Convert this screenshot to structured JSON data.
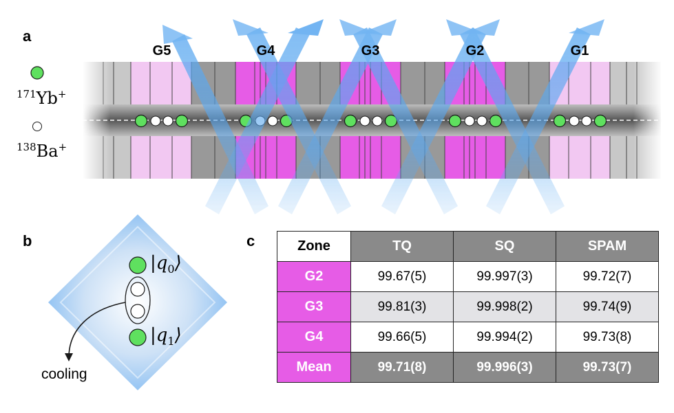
{
  "panels": {
    "a": "a",
    "b": "b",
    "c": "c"
  },
  "zones": [
    "G5",
    "G4",
    "G3",
    "G2",
    "G1"
  ],
  "legend": {
    "yb_mass": "171",
    "yb_symbol": "Yb",
    "yb_charge": "+",
    "ba_mass": "138",
    "ba_symbol": "Ba",
    "ba_charge": "+"
  },
  "panel_b": {
    "q0_sub": "0",
    "q1_sub": "1",
    "cooling": "cooling"
  },
  "table": {
    "headers": [
      "Zone",
      "TQ",
      "SQ",
      "SPAM"
    ],
    "rows": [
      [
        "G2",
        "99.67(5)",
        "99.997(3)",
        "99.72(7)"
      ],
      [
        "G3",
        "99.81(3)",
        "99.998(2)",
        "99.74(9)"
      ],
      [
        "G4",
        "99.66(5)",
        "99.994(2)",
        "99.73(8)"
      ],
      [
        "Mean",
        "99.71(8)",
        "99.996(3)",
        "99.73(7)"
      ]
    ]
  },
  "colors": {
    "zone_active": "#e65ce6",
    "zone_light": "#f2c8f2",
    "yb": "#5fe05f",
    "beam": "#5aa8f0"
  }
}
